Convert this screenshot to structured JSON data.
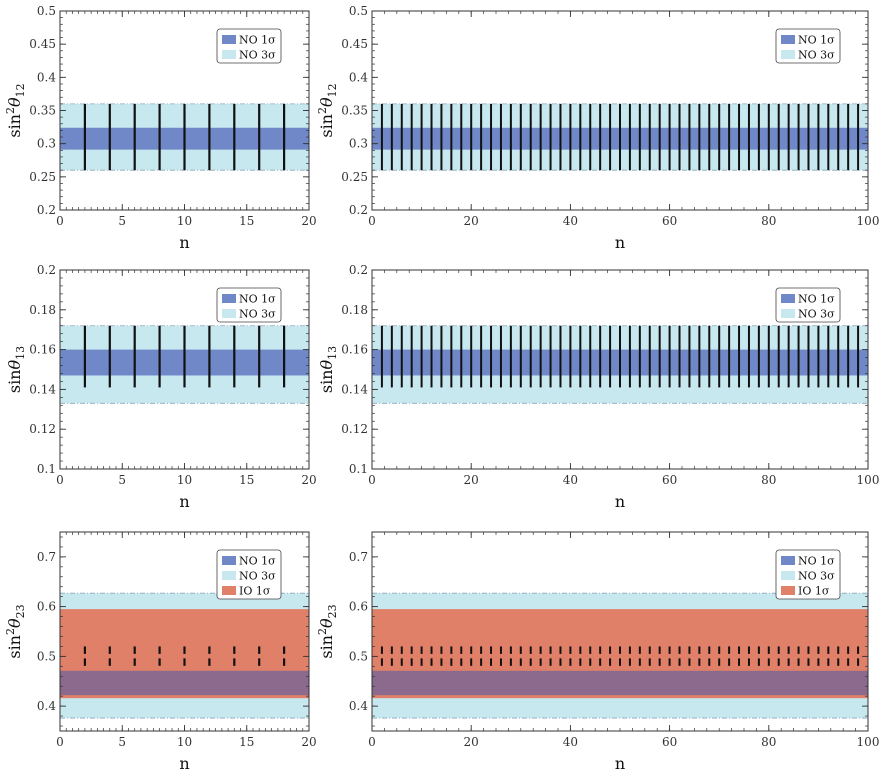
{
  "colors": {
    "no_1sigma": "#7088c8",
    "no_3sigma": "#c8e8f0",
    "io_1sigma": "#e08068",
    "overlap_no_io": "#8c6a8e",
    "band_edge": "#8aa8b8",
    "bar": "#111111"
  },
  "chart_data": [
    {
      "id": "p1",
      "type": "band",
      "ylabel_base": "sin",
      "ylabel_sup": "2",
      "ylabel_greek": "θ",
      "ylabel_sub": "12",
      "xlabel": "n",
      "xlim": [
        0,
        20
      ],
      "ylim": [
        0.2,
        0.5
      ],
      "xticks": [
        0,
        5,
        10,
        15,
        20
      ],
      "xtick_labels": [
        "0",
        "5",
        "10",
        "15",
        "20"
      ],
      "yticks": [
        0.2,
        0.25,
        0.3,
        0.35,
        0.4,
        0.45,
        0.5
      ],
      "ytick_labels": [
        "0.2",
        "0.25",
        "0.3",
        "0.35",
        "0.4",
        "0.45",
        "0.5"
      ],
      "bands": [
        {
          "name": "NO 3σ",
          "range": [
            0.26,
            0.36
          ],
          "color": "#c8e8f0"
        },
        {
          "name": "NO 1σ",
          "range": [
            0.291,
            0.324
          ],
          "color": "#7088c8"
        }
      ],
      "legend": [
        {
          "label": "NO 1σ",
          "color": "#7088c8"
        },
        {
          "label": "NO 3σ",
          "color": "#c8e8f0"
        }
      ],
      "legend_position": "top-right",
      "bars": {
        "x_start": 2,
        "x_step": 2,
        "x_end": 18,
        "segments": [
          [
            0.26,
            0.36
          ]
        ]
      }
    },
    {
      "id": "p2",
      "type": "band",
      "ylabel_base": "sin",
      "ylabel_sup": "2",
      "ylabel_greek": "θ",
      "ylabel_sub": "12",
      "xlabel": "n",
      "xlim": [
        0,
        100
      ],
      "ylim": [
        0.2,
        0.5
      ],
      "xticks": [
        0,
        20,
        40,
        60,
        80,
        100
      ],
      "xtick_labels": [
        "0",
        "20",
        "40",
        "60",
        "80",
        "100"
      ],
      "yticks": [
        0.2,
        0.25,
        0.3,
        0.35,
        0.4,
        0.45,
        0.5
      ],
      "ytick_labels": [
        "0.2",
        "0.25",
        "0.3",
        "0.35",
        "0.4",
        "0.45",
        "0.5"
      ],
      "bands": [
        {
          "name": "NO 3σ",
          "range": [
            0.26,
            0.36
          ],
          "color": "#c8e8f0"
        },
        {
          "name": "NO 1σ",
          "range": [
            0.291,
            0.324
          ],
          "color": "#7088c8"
        }
      ],
      "legend": [
        {
          "label": "NO 1σ",
          "color": "#7088c8"
        },
        {
          "label": "NO 3σ",
          "color": "#c8e8f0"
        }
      ],
      "legend_position": "top-right",
      "bars": {
        "x_start": 2,
        "x_step": 2,
        "x_end": 98,
        "segments": [
          [
            0.26,
            0.36
          ]
        ]
      }
    },
    {
      "id": "p3",
      "type": "band",
      "ylabel_base": "sin",
      "ylabel_sup": "",
      "ylabel_greek": "θ",
      "ylabel_sub": "13",
      "xlabel": "n",
      "xlim": [
        0,
        20
      ],
      "ylim": [
        0.1,
        0.2
      ],
      "xticks": [
        0,
        5,
        10,
        15,
        20
      ],
      "xtick_labels": [
        "0",
        "5",
        "10",
        "15",
        "20"
      ],
      "yticks": [
        0.1,
        0.12,
        0.14,
        0.16,
        0.18,
        0.2
      ],
      "ytick_labels": [
        "0.1",
        "0.12",
        "0.14",
        "0.16",
        "0.18",
        "0.2"
      ],
      "bands": [
        {
          "name": "NO 3σ",
          "range": [
            0.133,
            0.172
          ],
          "color": "#c8e8f0"
        },
        {
          "name": "NO 1σ",
          "range": [
            0.147,
            0.16
          ],
          "color": "#7088c8"
        }
      ],
      "legend": [
        {
          "label": "NO 1σ",
          "color": "#7088c8"
        },
        {
          "label": "NO 3σ",
          "color": "#c8e8f0"
        }
      ],
      "legend_position": "top-right",
      "bars": {
        "x_start": 2,
        "x_step": 2,
        "x_end": 18,
        "segments": [
          [
            0.141,
            0.172
          ]
        ]
      }
    },
    {
      "id": "p4",
      "type": "band",
      "ylabel_base": "sin",
      "ylabel_sup": "",
      "ylabel_greek": "θ",
      "ylabel_sub": "13",
      "xlabel": "n",
      "xlim": [
        0,
        100
      ],
      "ylim": [
        0.1,
        0.2
      ],
      "xticks": [
        0,
        20,
        40,
        60,
        80,
        100
      ],
      "xtick_labels": [
        "0",
        "20",
        "40",
        "60",
        "80",
        "100"
      ],
      "yticks": [
        0.1,
        0.12,
        0.14,
        0.16,
        0.18,
        0.2
      ],
      "ytick_labels": [
        "0.1",
        "0.12",
        "0.14",
        "0.16",
        "0.18",
        "0.2"
      ],
      "bands": [
        {
          "name": "NO 3σ",
          "range": [
            0.133,
            0.172
          ],
          "color": "#c8e8f0"
        },
        {
          "name": "NO 1σ",
          "range": [
            0.147,
            0.16
          ],
          "color": "#7088c8"
        }
      ],
      "legend": [
        {
          "label": "NO 1σ",
          "color": "#7088c8"
        },
        {
          "label": "NO 3σ",
          "color": "#c8e8f0"
        }
      ],
      "legend_position": "top-right",
      "bars": {
        "x_start": 2,
        "x_step": 2,
        "x_end": 98,
        "segments": [
          [
            0.141,
            0.172
          ]
        ]
      }
    },
    {
      "id": "p5",
      "type": "band",
      "ylabel_base": "sin",
      "ylabel_sup": "2",
      "ylabel_greek": "θ",
      "ylabel_sub": "23",
      "xlabel": "n",
      "xlim": [
        0,
        20
      ],
      "ylim": [
        0.35,
        0.75
      ],
      "xticks": [
        0,
        5,
        10,
        15,
        20
      ],
      "xtick_labels": [
        "0",
        "5",
        "10",
        "15",
        "20"
      ],
      "yticks": [
        0.4,
        0.5,
        0.6,
        0.7
      ],
      "ytick_labels": [
        "0.4",
        "0.5",
        "0.6",
        "0.7"
      ],
      "bands": [
        {
          "name": "NO 3σ",
          "range": [
            0.376,
            0.627
          ],
          "color": "#c8e8f0"
        },
        {
          "name": "IO 1σ",
          "range": [
            0.416,
            0.595
          ],
          "color": "#e08068"
        },
        {
          "name": "NO 1σ",
          "range": [
            0.422,
            0.471
          ],
          "color": "#8c6a8e"
        }
      ],
      "legend": [
        {
          "label": "NO 1σ",
          "color": "#7088c8"
        },
        {
          "label": "NO 3σ",
          "color": "#c8e8f0"
        },
        {
          "label": "IO 1σ",
          "color": "#e08068"
        }
      ],
      "legend_position": "top-right",
      "bars": {
        "x_start": 2,
        "x_step": 2,
        "x_end": 18,
        "segments": [
          [
            0.505,
            0.52
          ],
          [
            0.481,
            0.496
          ]
        ]
      }
    },
    {
      "id": "p6",
      "type": "band",
      "ylabel_base": "sin",
      "ylabel_sup": "2",
      "ylabel_greek": "θ",
      "ylabel_sub": "23",
      "xlabel": "n",
      "xlim": [
        0,
        100
      ],
      "ylim": [
        0.35,
        0.75
      ],
      "xticks": [
        0,
        20,
        40,
        60,
        80,
        100
      ],
      "xtick_labels": [
        "0",
        "20",
        "40",
        "60",
        "80",
        "100"
      ],
      "yticks": [
        0.4,
        0.5,
        0.6,
        0.7
      ],
      "ytick_labels": [
        "0.4",
        "0.5",
        "0.6",
        "0.7"
      ],
      "bands": [
        {
          "name": "NO 3σ",
          "range": [
            0.376,
            0.627
          ],
          "color": "#c8e8f0"
        },
        {
          "name": "IO 1σ",
          "range": [
            0.416,
            0.595
          ],
          "color": "#e08068"
        },
        {
          "name": "NO 1σ",
          "range": [
            0.422,
            0.471
          ],
          "color": "#8c6a8e"
        }
      ],
      "legend": [
        {
          "label": "NO 1σ",
          "color": "#7088c8"
        },
        {
          "label": "NO 3σ",
          "color": "#c8e8f0"
        },
        {
          "label": "IO 1σ",
          "color": "#e08068"
        }
      ],
      "legend_position": "top-right",
      "bars": {
        "x_start": 2,
        "x_step": 2,
        "x_end": 98,
        "segments": [
          [
            0.505,
            0.52
          ],
          [
            0.481,
            0.496
          ]
        ]
      }
    }
  ]
}
